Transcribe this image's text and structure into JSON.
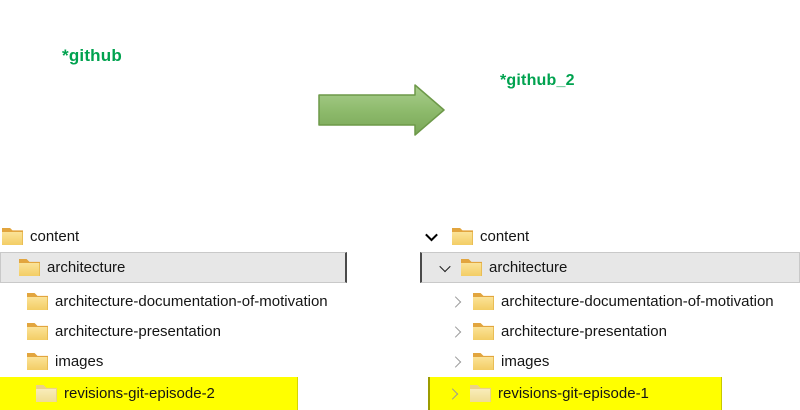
{
  "labels": {
    "left_repo": "*github",
    "right_repo": "*github_2"
  },
  "arrow": {
    "description": "green block arrow pointing right from left tree to right tree"
  },
  "left_tree": {
    "rows": [
      {
        "label": "content",
        "level": 0,
        "expanded": true,
        "highlight": "none"
      },
      {
        "label": "architecture",
        "level": 1,
        "expanded": true,
        "highlight": "gray-selection"
      },
      {
        "label": "architecture-documentation-of-motivation",
        "level": 2,
        "expanded": false,
        "highlight": "none"
      },
      {
        "label": "architecture-presentation",
        "level": 2,
        "expanded": false,
        "highlight": "none"
      },
      {
        "label": "images",
        "level": 2,
        "expanded": false,
        "highlight": "none"
      },
      {
        "label": "revisions-git-episode-2",
        "level": 2,
        "expanded": false,
        "highlight": "yellow"
      }
    ]
  },
  "right_tree": {
    "rows": [
      {
        "label": "content",
        "level": 0,
        "expanded": true,
        "highlight": "none"
      },
      {
        "label": "architecture",
        "level": 1,
        "expanded": true,
        "highlight": "gray-selection"
      },
      {
        "label": "architecture-documentation-of-motivation",
        "level": 2,
        "expanded": false,
        "highlight": "none"
      },
      {
        "label": "architecture-presentation",
        "level": 2,
        "expanded": false,
        "highlight": "none"
      },
      {
        "label": "images",
        "level": 2,
        "expanded": false,
        "highlight": "none"
      },
      {
        "label": "revisions-git-episode-1",
        "level": 2,
        "expanded": false,
        "highlight": "yellow"
      }
    ]
  },
  "colors": {
    "label_green": "#00a24f",
    "arrow_fill_top": "#aacf8e",
    "arrow_fill_bottom": "#79a758",
    "arrow_border": "#6d9949",
    "selection_gray": "#e7e7e7",
    "highlight_yellow": "#ffff00",
    "folder_yellow": "#f3cd65",
    "tree_text": "#151515"
  }
}
